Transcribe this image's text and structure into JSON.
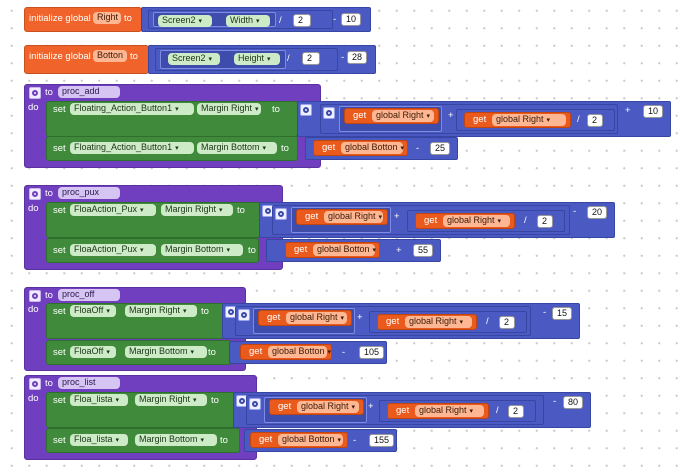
{
  "globals": [
    {
      "kw": "initialize global",
      "name": "Right",
      "to": "to",
      "comp": "Screen2",
      "prop": "Width",
      "div": "/",
      "den": "2",
      "minus": "-",
      "sub": "10"
    },
    {
      "kw": "initialize global",
      "name": "Botton",
      "to": "to",
      "comp": "Screen2",
      "prop": "Height",
      "div": "/",
      "den": "2",
      "minus": "-",
      "sub": "28"
    }
  ],
  "procs": [
    {
      "to": "to",
      "name": "proc_add",
      "do": "do",
      "sets": [
        {
          "set": "set",
          "comp": "Floating_Action_Button1",
          "prop": "Margin Right",
          "to": "to",
          "get": "get",
          "v1": "global Right",
          "plus": "+",
          "v2": "global Right",
          "div": "/",
          "den": "2",
          "op": "+",
          "n": "10"
        },
        {
          "set": "set",
          "comp": "Floating_Action_Button1",
          "prop": "Margin Bottom",
          "to": "to",
          "get": "get",
          "v": "global Botton",
          "op": "-",
          "n": "25"
        }
      ]
    },
    {
      "to": "to",
      "name": "proc_pux",
      "do": "do",
      "sets": [
        {
          "set": "set",
          "comp": "FloaAction_Pux",
          "prop": "Margin Right",
          "to": "to",
          "get": "get",
          "v1": "global Right",
          "plus": "+",
          "v2": "global Right",
          "div": "/",
          "den": "2",
          "op": "-",
          "n": "20"
        },
        {
          "set": "set",
          "comp": "FloaAction_Pux",
          "prop": "Margin Bottom",
          "to": "to",
          "get": "get",
          "v": "global Botton",
          "op": "+",
          "n": "55"
        }
      ]
    },
    {
      "to": "to",
      "name": "proc_off",
      "do": "do",
      "sets": [
        {
          "set": "set",
          "comp": "FloaOff",
          "prop": "Margin Right",
          "to": "to",
          "get": "get",
          "v1": "global Right",
          "plus": "+",
          "v2": "global Right",
          "div": "/",
          "den": "2",
          "op": "-",
          "n": "15"
        },
        {
          "set": "set",
          "comp": "FloaOff",
          "prop": "Margin Bottom",
          "to": "to",
          "get": "get",
          "v": "global Botton",
          "op": "-",
          "n": "105"
        }
      ]
    },
    {
      "to": "to",
      "name": "proc_list",
      "do": "do",
      "sets": [
        {
          "set": "set",
          "comp": "Floa_lista",
          "prop": "Margin Right",
          "to": "to",
          "get": "get",
          "v1": "global Right",
          "plus": "+",
          "v2": "global Right",
          "div": "/",
          "den": "2",
          "op": "-",
          "n": "80"
        },
        {
          "set": "set",
          "comp": "Floa_lista",
          "prop": "Margin Bottom",
          "to": "to",
          "get": "get",
          "v": "global Botton",
          "op": "-",
          "n": "155"
        }
      ]
    }
  ],
  "dropdown_arrow": "▾",
  "colors": {
    "orange": "#f0632a",
    "purple": "#6f3fbf",
    "green": "#3f8b3b",
    "blue": "#4b5ac3",
    "workspace": "#ffffff"
  }
}
